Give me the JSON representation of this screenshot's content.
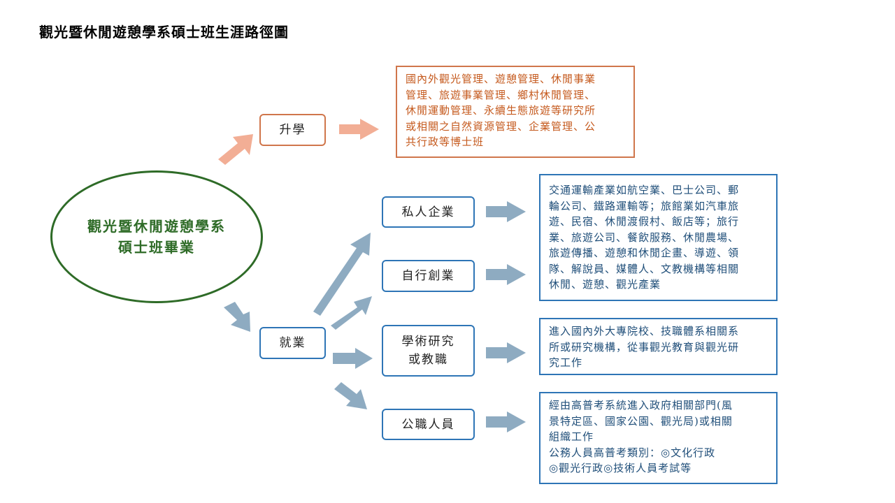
{
  "title": "觀光暨休閒遊憩學系碩士班生涯路徑圖",
  "center": {
    "line1": "觀光暨休閒遊憩學系",
    "line2": "碩士班畢業"
  },
  "branches": {
    "further_study": {
      "label": "升學",
      "description": [
        "國內外觀光管理、遊憩管理、休閒事業",
        "管理、旅遊事業管理、鄉村休閒管理、",
        "休閒運動管理、永續生態旅遊等研究所",
        "或相關之自然資源管理、企業管理、公",
        "共行政等博士班"
      ]
    },
    "employment": {
      "label": "就業",
      "options": {
        "private": {
          "label": "私人企業"
        },
        "startup": {
          "label": "自行創業"
        },
        "academic": {
          "line1": "學術研究",
          "line2": "或教職"
        },
        "civil": {
          "label": "公職人員"
        }
      },
      "industry_description": [
        "交通運輸產業如航空業、巴士公司、郵",
        "輪公司、鐵路運輸等；旅館業如汽車旅",
        "遊、民宿、休閒渡假村、飯店等；旅行",
        "業、旅遊公司、餐飲服務、休閒農場、",
        "旅遊傳播、遊憩和休閒企畫、導遊、領",
        "隊、解說員、媒體人、文教機構等相關",
        "休閒、遊憩、觀光產業"
      ],
      "academic_description": [
        "進入國內外大專院校、技職體系相關系",
        "所或研究機構，從事觀光教育與觀光研",
        "究工作"
      ],
      "civil_description": [
        "經由高普考系統進入政府相關部門(風",
        "景特定區、國家公園、觀光局)或相關",
        "組織工作",
        "公務人員高普考類別：◎文化行政",
        "◎觀光行政◎技術人員考試等"
      ]
    }
  },
  "colors": {
    "ellipse": "#2e6b27",
    "orange_border": "#d0764b",
    "orange_arrow": "#f2ae95",
    "orange_text": "#c55a1e",
    "blue_border": "#2e75b6",
    "blue_arrow": "#8eabc1",
    "blue_text": "#1f4e79"
  }
}
